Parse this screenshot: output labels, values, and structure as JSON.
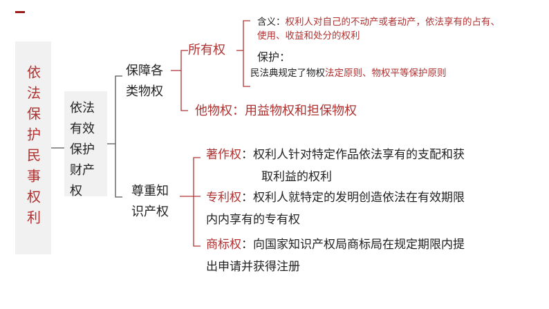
{
  "root": {
    "label": "依法保护民事权利"
  },
  "level1": {
    "label_line1": "依法",
    "label_line2": "有效",
    "label_line3": "保护",
    "label_line4": "财产",
    "label_line5": "权"
  },
  "property_rights": {
    "label_line1": "保障各",
    "label_line2": "类物权",
    "ownership": {
      "label": "所有权",
      "meaning_label": "含义：",
      "meaning_line1": "权利人对自己的不动产或者动产，依法享有的占有、",
      "meaning_line2": "使用、收益和处分的权利",
      "protection_label": "保护：",
      "protection_prefix": "民法典规定了物权",
      "protection_red": "法定原则、物权平等保护原则"
    },
    "other": {
      "label": "他物权：",
      "text": "用益物权和担保物权"
    }
  },
  "ip_rights": {
    "label_line1": "尊重知",
    "label_line2": "识产权",
    "copyright": {
      "label": "著作权",
      "colon": "：",
      "line1": "权利人针对特定作品依法享有的支配和获",
      "line2": "取利益的权利"
    },
    "patent": {
      "label": "专利权",
      "colon": "：",
      "line1": "权利人就特定的发明创造依法在有效期限",
      "line2": "内内享有的专有权"
    },
    "trademark": {
      "label": "商标权",
      "colon": "：",
      "line1": "向国家知识产权局商标局在规定期限内提",
      "line2": "出申请并获得注册"
    }
  },
  "colors": {
    "accent": "#b03030",
    "box_bg": "#f1f1f1",
    "text": "#222222"
  }
}
